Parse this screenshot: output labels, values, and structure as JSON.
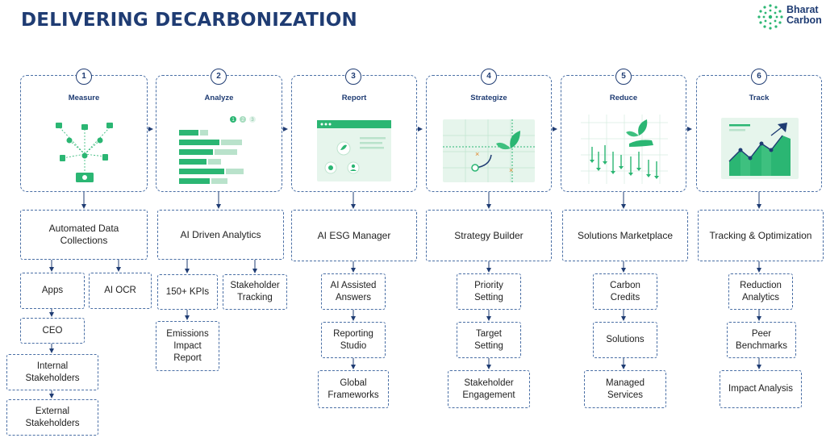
{
  "title": "DELIVERING DECARBONIZATION",
  "logo": {
    "line1": "Bharat",
    "line2": "Carbon",
    "accent": "#2bb673",
    "brand": "#1f3c73"
  },
  "stages": [
    {
      "num": "1",
      "label": "Measure",
      "tool": "Automated Data Collections",
      "items": [
        "Apps",
        "AI OCR",
        "CEO",
        "Internal Stakeholders",
        "External Stakeholders"
      ]
    },
    {
      "num": "2",
      "label": "Analyze",
      "tool": "AI Driven Analytics",
      "items": [
        "150+ KPIs",
        "Stakeholder Tracking",
        "Emissions Impact Report"
      ]
    },
    {
      "num": "3",
      "label": "Report",
      "tool": "AI ESG Manager",
      "items": [
        "AI Assisted Answers",
        "Reporting Studio",
        "Global Frameworks"
      ]
    },
    {
      "num": "4",
      "label": "Strategize",
      "tool": "Strategy Builder",
      "items": [
        "Priority Setting",
        "Target Setting",
        "Stakeholder Engagement"
      ]
    },
    {
      "num": "5",
      "label": "Reduce",
      "tool": "Solutions Marketplace",
      "items": [
        "Carbon Credits",
        "Solutions",
        "Managed Services"
      ]
    },
    {
      "num": "6",
      "label": "Track",
      "tool": "Tracking & Optimization",
      "items": [
        "Reduction Analytics",
        "Peer Benchmarks",
        "Impact Analysis"
      ]
    }
  ],
  "analyze_steps": [
    "1",
    "2",
    "3"
  ]
}
